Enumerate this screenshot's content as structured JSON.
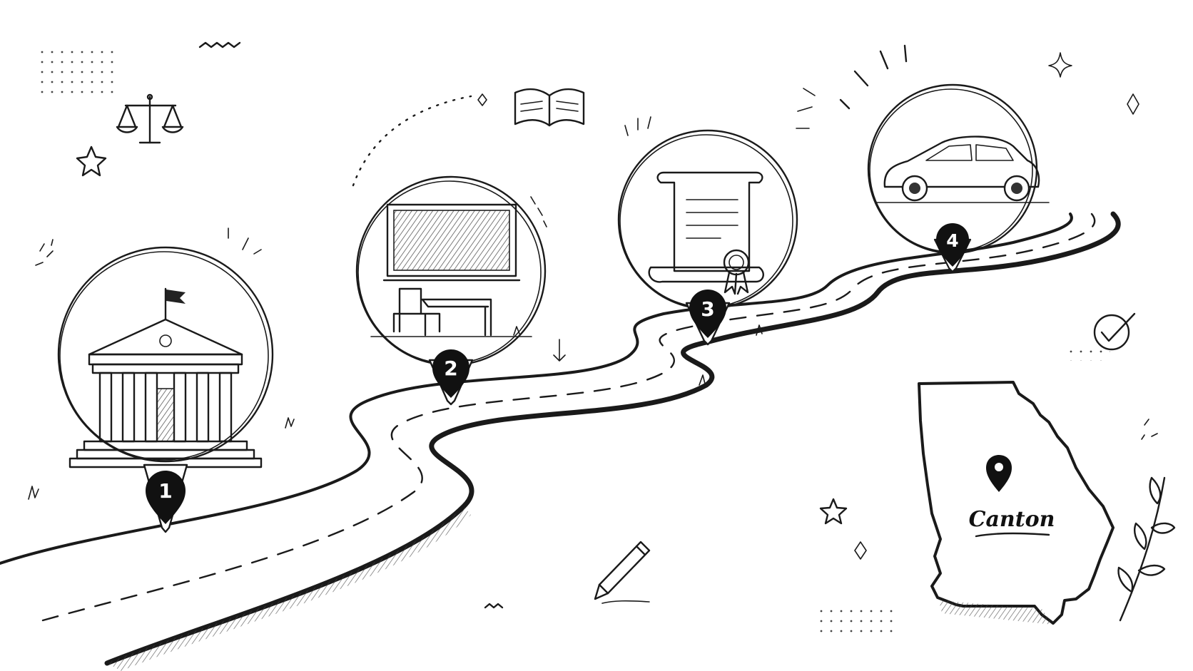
{
  "milestones": [
    {
      "number": "1",
      "icon": "courthouse-icon"
    },
    {
      "number": "2",
      "icon": "classroom-icon"
    },
    {
      "number": "3",
      "icon": "certificate-scroll-icon"
    },
    {
      "number": "4",
      "icon": "car-icon"
    }
  ],
  "map": {
    "state": "georgia-state-outline",
    "city": "Canton"
  },
  "colors": {
    "ink": "#1a1a1a",
    "background": "#ffffff"
  }
}
